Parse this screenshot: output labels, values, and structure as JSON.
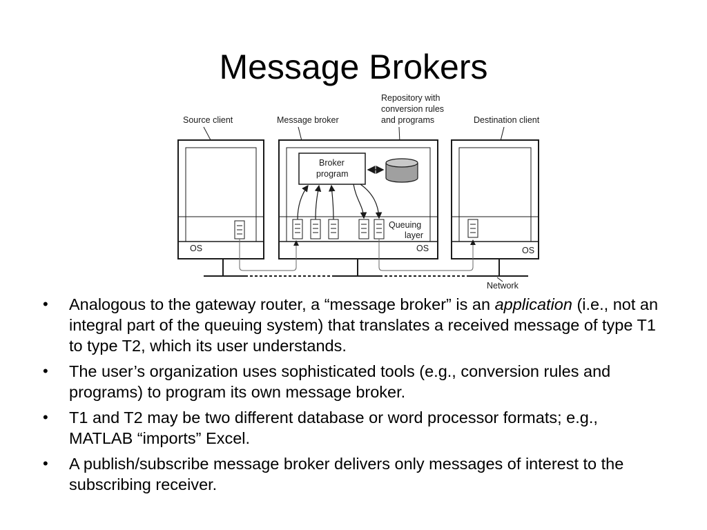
{
  "slide": {
    "title": "Message Brokers"
  },
  "diagram": {
    "labels": {
      "source_client": "Source client",
      "message_broker": "Message broker",
      "repository_line1": "Repository with",
      "repository_line2": "conversion rules",
      "repository_line3": "and programs",
      "destination_client": "Destination client",
      "broker_program_line1": "Broker",
      "broker_program_line2": "program",
      "queuing_layer_line1": "Queuing",
      "queuing_layer_line2": "layer",
      "os_left": "OS",
      "os_middle": "OS",
      "os_right": "OS",
      "network": "Network"
    },
    "colors": {
      "line": "#1a1a1a",
      "database_fill": "#a0a0a0",
      "arrow_gray": "#666666"
    }
  },
  "bullets": {
    "b1_pre": "Analogous to the gateway router, a “message broker” is an",
    "b1_em": "application",
    "b1_post": "(i.e., not an integral part of the queuing system) that translates a received message of type T1 to type T2, which its user understands.",
    "b2": "The user’s organization uses sophisticated tools (e.g., conversion rules and programs) to program its own message broker.",
    "b3": "T1 and T2 may be two different database or word processor formats; e.g., MATLAB “imports” Excel.",
    "b4": "A publish/subscribe message broker delivers only messages of interest to the subscribing receiver.",
    "marker": "•"
  }
}
